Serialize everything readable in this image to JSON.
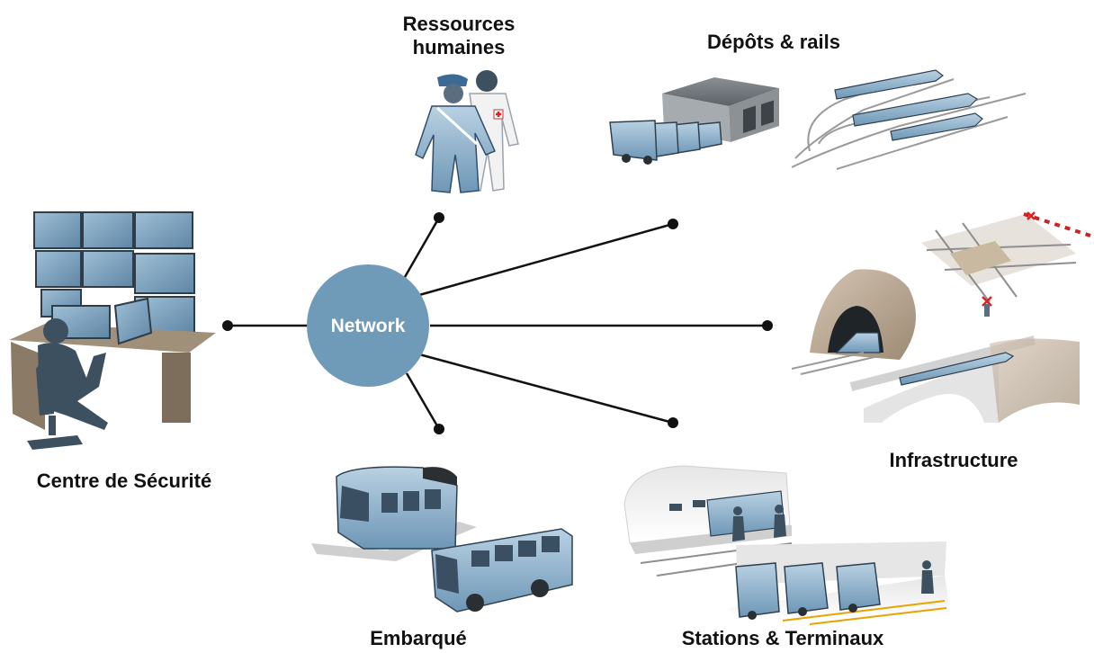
{
  "hub": {
    "label": "Network"
  },
  "nodes": {
    "security_center": {
      "label": "Centre de Sécurité",
      "icon": "operator-monitor-wall-icon"
    },
    "human_resources": {
      "label": "Ressources\nhumaines",
      "icon": "staff-guard-medic-icon"
    },
    "depots_rails": {
      "label": "Dépôts & rails",
      "icon": "depot-and-rail-yard-icon"
    },
    "infrastructure": {
      "label": "Infrastructure",
      "icon": "tunnel-crossing-bridge-icon"
    },
    "stations_terminals": {
      "label": "Stations & Terminaux",
      "icon": "station-platform-bus-terminal-icon"
    },
    "onboard": {
      "label": "Embarqué",
      "icon": "train-and-bus-icon"
    }
  },
  "colors": {
    "hub": "#6f9ab8",
    "vehicle": "#7fa7c4",
    "vehicle_dark": "#3b4f63",
    "line": "#111111",
    "silhouette": "#3d5060",
    "desk": "#8a7a66",
    "rock": "#b9a792",
    "rail": "#9a9a9a"
  }
}
